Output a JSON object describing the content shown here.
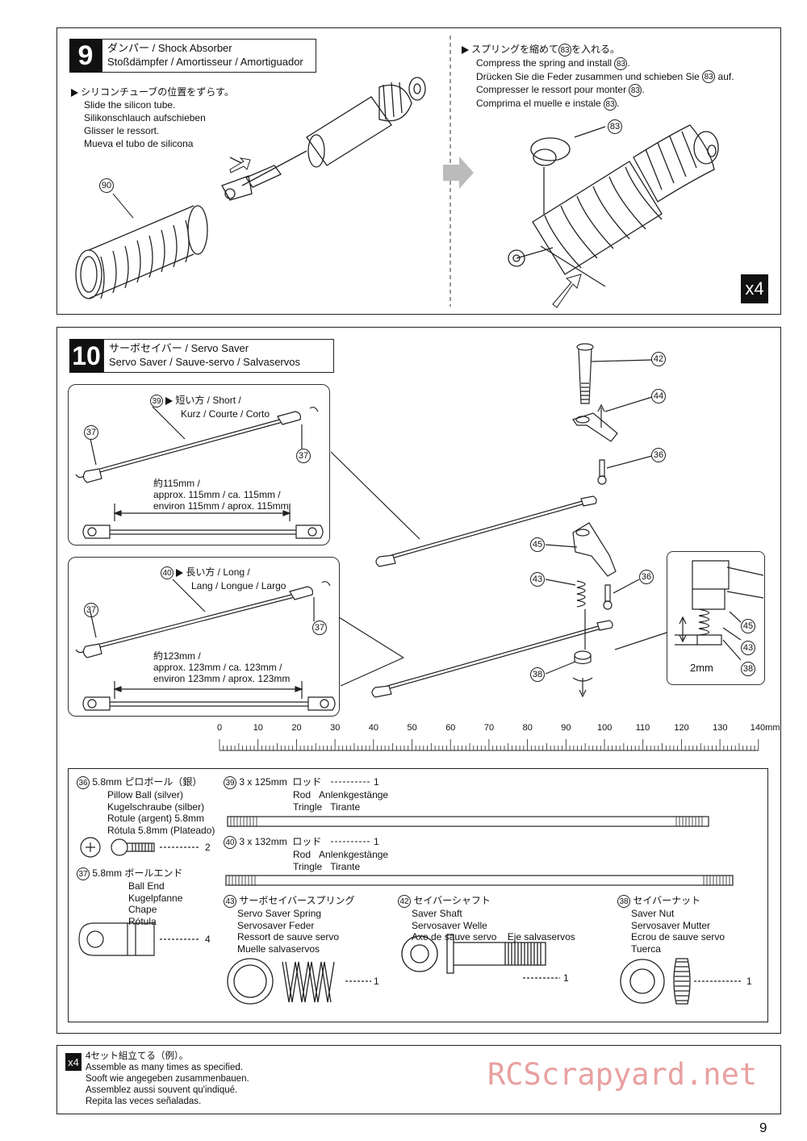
{
  "step9": {
    "number": "9",
    "title_line1": "ダンパー / Shock Absorber",
    "title_line2": "Stoßdämpfer / Amortisseur / Amortiguador",
    "left_instr_jp": "シリコンチューブの位置をずらす。",
    "left_instr": [
      "Slide the silicon tube.",
      "Silikonschlauch aufschieben",
      "Glisser le ressort.",
      "Mueva el tubo de silicona"
    ],
    "left_part": "90",
    "right_instr_jp_a": "スプリングを縮めて",
    "right_instr_jp_b": "を入れる。",
    "right_instr_en": "Compress the spring and install",
    "right_instr_de": "Drücken Sie die Feder zusammen und schieben Sie",
    "right_instr_de_end": "auf.",
    "right_instr_fr": "Compresser le ressort pour monter",
    "right_instr_es": "Comprima el muelle e instale",
    "right_part": "83",
    "multiplier": "x4"
  },
  "step10": {
    "number": "10",
    "title_line1": "サーボセイバー / Servo Saver",
    "title_line2": "Servo Saver / Sauve-servo / Salvaservos",
    "short_rod": {
      "part": "39",
      "label_line1": "短い方 / Short /",
      "label_line2": "Kurz / Courte / Corto",
      "end_part": "37",
      "length_line1": "約115mm /",
      "length_line2": "approx. 115mm / ca. 115mm /",
      "length_line3": "environ 115mm / aprox. 115mm"
    },
    "long_rod": {
      "part": "40",
      "label_line1": "長い方 / Long /",
      "label_line2": "Lang / Longue / Largo",
      "end_part": "37",
      "length_line1": "約123mm /",
      "length_line2": "approx. 123mm / ca. 123mm /",
      "length_line3": "environ 123mm / aprox. 123mm"
    },
    "callouts": [
      "42",
      "44",
      "36",
      "45",
      "43",
      "36",
      "38"
    ],
    "detail": {
      "parts": [
        "45",
        "43",
        "38"
      ],
      "gap": "2mm"
    }
  },
  "ruler": {
    "labels": [
      "0",
      "10",
      "20",
      "30",
      "40",
      "50",
      "60",
      "70",
      "80",
      "90",
      "100",
      "110",
      "120",
      "130",
      "140mm"
    ]
  },
  "parts_list": {
    "p36": {
      "num": "36",
      "name_jp": "5.8mm ピロボール（銀）",
      "names": [
        "Pillow Ball (silver)",
        "Kugelschraube (silber)",
        "Rotule (argent) 5.8mm",
        "Rótula 5.8mm (Plateado)"
      ],
      "qty": "2"
    },
    "p37": {
      "num": "37",
      "name_jp": "5.8mm ボールエンド",
      "names": [
        "Ball End",
        "Kugelpfanne",
        "Chape",
        "Rótula"
      ],
      "qty": "4"
    },
    "p39": {
      "num": "39",
      "size": "3 x 125mm",
      "name_jp": "ロッド",
      "name_en": "Rod",
      "name_de": "Anlenkgestänge",
      "name_fr": "Tringle",
      "name_es": "Tirante",
      "qty": "1"
    },
    "p40": {
      "num": "40",
      "size": "3 x 132mm",
      "name_jp": "ロッド",
      "name_en": "Rod",
      "name_de": "Anlenkgestänge",
      "name_fr": "Tringle",
      "name_es": "Tirante",
      "qty": "1"
    },
    "p43": {
      "num": "43",
      "name_jp": "サーボセイバースプリング",
      "names": [
        "Servo Saver Spring",
        "Servosaver Feder",
        "Ressort de sauve servo",
        "Muelle salvaservos"
      ],
      "qty": "1"
    },
    "p42": {
      "num": "42",
      "name_jp": "セイバーシャフト",
      "name_en": "Saver Shaft",
      "name_de": "Servosaver Welle",
      "name_fr": "Axe de sauve servo",
      "name_es": "Eje salvaservos",
      "qty": "1"
    },
    "p38": {
      "num": "38",
      "name_jp": "セイバーナット",
      "names": [
        "Saver Nut",
        "Servosaver Mutter",
        "Ecrou de sauve servo",
        "Tuerca"
      ],
      "qty": "1"
    }
  },
  "footnote": {
    "badge": "x4",
    "lines": [
      "4セット組立てる（例）。",
      "Assemble as many times as specified.",
      "Sooft wie angegeben zusammenbauen.",
      "Assemblez aussi souvent qu'indiqué.",
      "Repita las veces señaladas."
    ]
  },
  "watermark": "RCScrapyard.net",
  "page_number": "9"
}
